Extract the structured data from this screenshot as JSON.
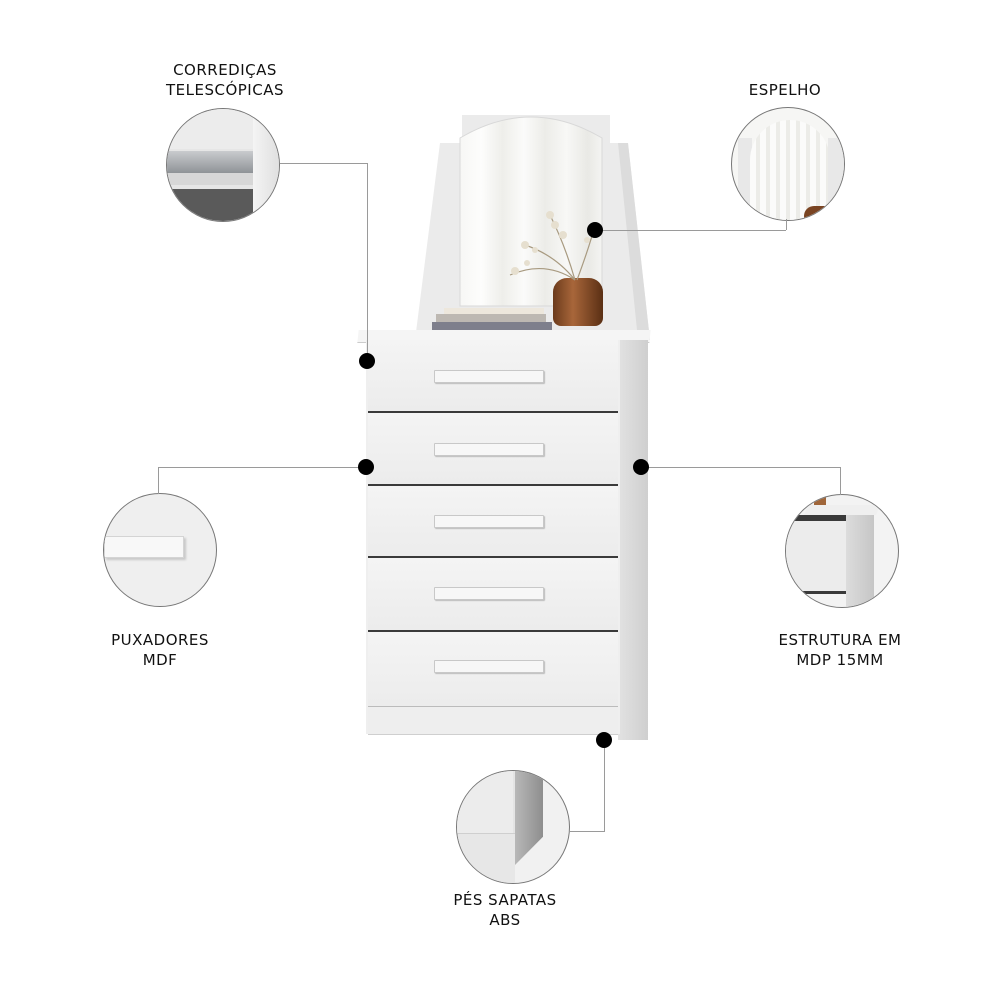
{
  "callouts": {
    "slides": {
      "line1": "CORREDIÇAS",
      "line2": "TELESCÓPICAS"
    },
    "mirror": {
      "line1": "ESPELHO"
    },
    "handles": {
      "line1": "PUXADORES",
      "line2": "MDF"
    },
    "structure": {
      "line1": "ESTRUTURA EM",
      "line2": "MDP 15MM"
    },
    "feet": {
      "line1": "PÉS SAPATAS",
      "line2": "ABS"
    }
  },
  "product": {
    "type": "chest of drawers with mirror",
    "drawer_count": 5,
    "color": "#f0f0f0"
  }
}
